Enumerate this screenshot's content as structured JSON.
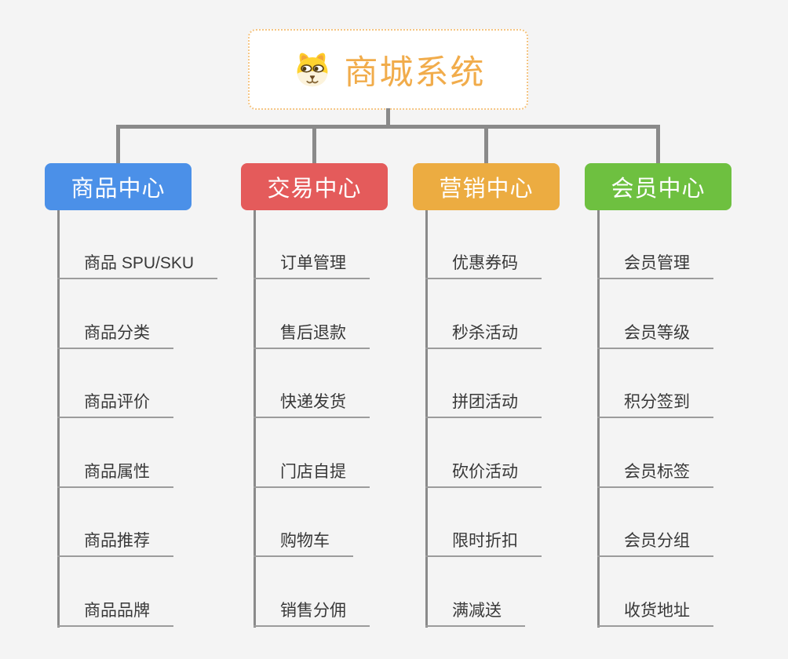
{
  "root": {
    "title": "商城系统",
    "icon": "doge-icon"
  },
  "branches": [
    {
      "label": "商品中心",
      "color": "#4B90E8",
      "children": [
        "商品 SPU/SKU",
        "商品分类",
        "商品评价",
        "商品属性",
        "商品推荐",
        "商品品牌"
      ]
    },
    {
      "label": "交易中心",
      "color": "#E45B5B",
      "children": [
        "订单管理",
        "售后退款",
        "快递发货",
        "门店自提",
        "购物车",
        "销售分佣"
      ]
    },
    {
      "label": "营销中心",
      "color": "#ECAC41",
      "children": [
        "优惠券码",
        "秒杀活动",
        "拼团活动",
        "砍价活动",
        "限时折扣",
        "满减送"
      ]
    },
    {
      "label": "会员中心",
      "color": "#6EC040",
      "children": [
        "会员管理",
        "会员等级",
        "积分签到",
        "会员标签",
        "会员分组",
        "收货地址"
      ]
    }
  ],
  "colors": {
    "background": "#F4F4F4",
    "connector": "#8A8A8A",
    "leaf_line": "#9C9C9C",
    "root_text": "#F1AC4B",
    "root_border": "#F5C583",
    "leaf_text": "#383838",
    "header_text": "#FFFFFF"
  }
}
